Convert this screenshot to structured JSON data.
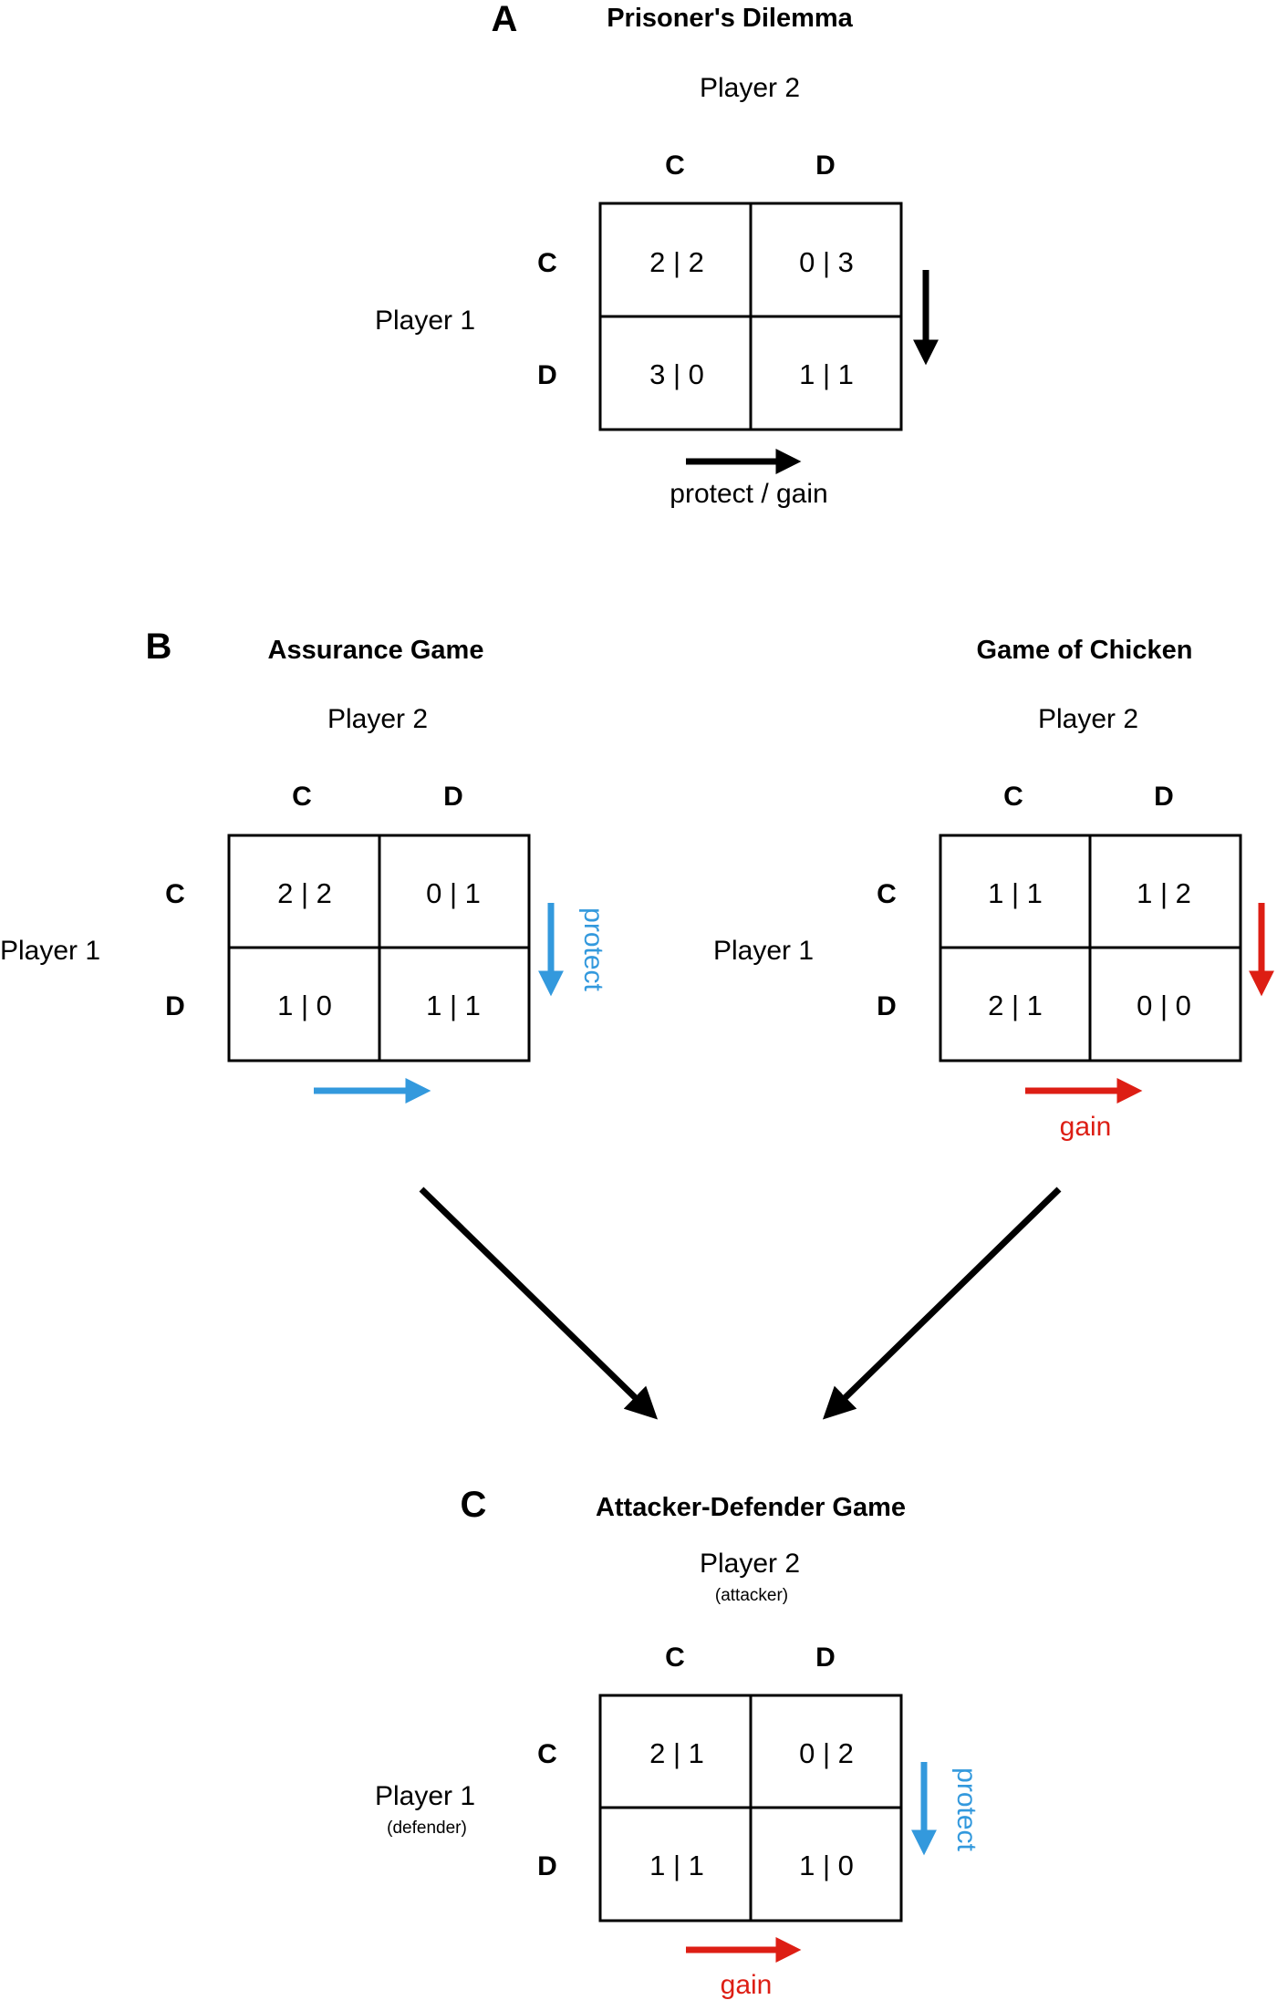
{
  "colors": {
    "black": "#000000",
    "blue": "#3399DD",
    "red": "#DD1E14"
  },
  "panels": {
    "A": {
      "letter": "A",
      "title": "Prisoner's Dilemma",
      "player2": "Player 2",
      "player1": "Player 1",
      "col_labels": [
        "C",
        "D"
      ],
      "row_labels": [
        "C",
        "D"
      ],
      "cells": [
        [
          "2 | 2",
          "0 | 3"
        ],
        [
          "3 | 0",
          "1 | 1"
        ]
      ],
      "horizontal_arrow_label": "protect / gain"
    },
    "B_left": {
      "letter": "B",
      "title": "Assurance Game",
      "player2": "Player 2",
      "player1": "Player 1",
      "col_labels": [
        "C",
        "D"
      ],
      "row_labels": [
        "C",
        "D"
      ],
      "cells": [
        [
          "2 | 2",
          "0 | 1"
        ],
        [
          "1 | 0",
          "1 | 1"
        ]
      ],
      "vertical_arrow_label": "protect"
    },
    "B_right": {
      "title": "Game of Chicken",
      "player2": "Player 2",
      "player1": "Player 1",
      "col_labels": [
        "C",
        "D"
      ],
      "row_labels": [
        "C",
        "D"
      ],
      "cells": [
        [
          "1 | 1",
          "1 | 2"
        ],
        [
          "2 | 1",
          "0 | 0"
        ]
      ],
      "horizontal_arrow_label": "gain"
    },
    "C": {
      "letter": "C",
      "title": "Attacker-Defender Game",
      "player2": "Player 2",
      "player2_role": "(attacker)",
      "player1": "Player 1",
      "player1_role": "(defender)",
      "col_labels": [
        "C",
        "D"
      ],
      "row_labels": [
        "C",
        "D"
      ],
      "cells": [
        [
          "2 | 1",
          "0 | 2"
        ],
        [
          "1 | 1",
          "1 | 0"
        ]
      ],
      "vertical_arrow_label": "protect",
      "horizontal_arrow_label": "gain"
    }
  }
}
